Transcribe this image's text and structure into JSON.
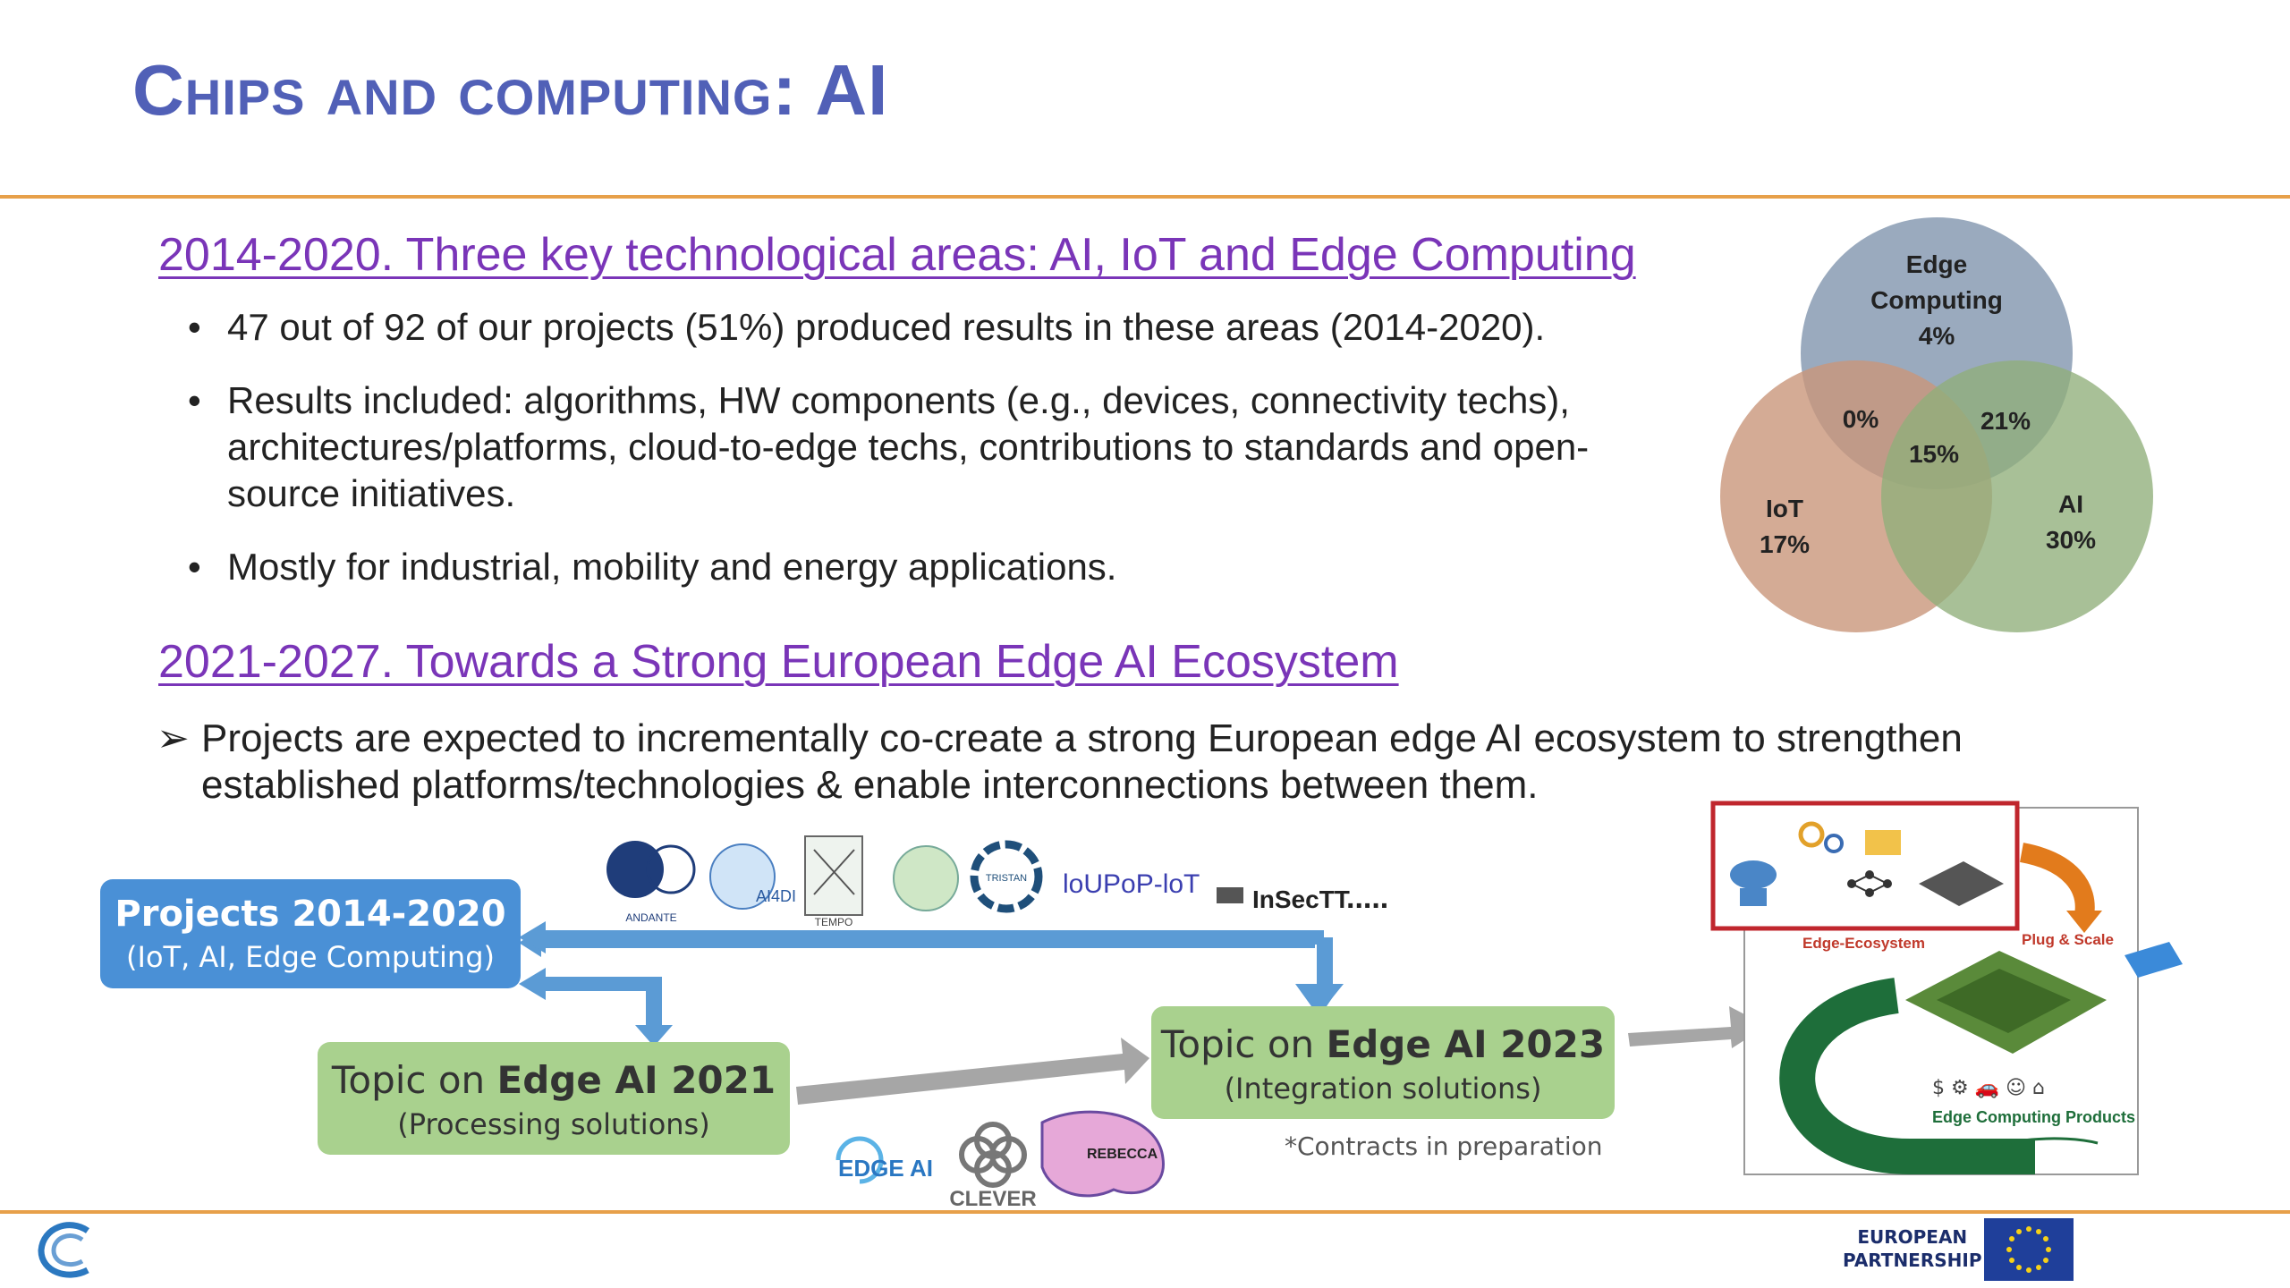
{
  "slide": {
    "title": "Chips and computing: AI",
    "heading1": "2014-2020. Three key technological areas: AI, IoT and Edge Computing",
    "bullets": [
      "47 out of 92 of our projects (51%) produced results in these areas (2014-2020).",
      "Results included: algorithms, HW components (e.g., devices, connectivity techs), architectures/platforms, cloud-to-edge techs, contributions to standards and open-source initiatives.",
      "Mostly for industrial, mobility and energy applications."
    ],
    "heading2": "2021-2027. Towards a Strong European Edge AI Ecosystem",
    "arrow_point": "Projects are expected to incrementally co-create a strong European edge AI ecosystem to strengthen established platforms/technologies & enable interconnections between them."
  },
  "venn": {
    "edge_label": "Edge\nComputing",
    "edge_pct": "4%",
    "iot_label": "IoT",
    "iot_pct": "17%",
    "ai_label": "AI",
    "ai_pct": "30%",
    "edge_iot": "0%",
    "edge_ai": "21%",
    "center": "15%",
    "colors": {
      "edge": "#8497b0",
      "iot": "#c9967a",
      "ai": "#8fae7a"
    }
  },
  "flow": {
    "projects_title": "Projects 2014-2020",
    "projects_sub": "(IoT, AI, Edge Computing)",
    "topic_prefix": "Topic on ",
    "t2021_bold": "Edge AI 2021",
    "t2021_sub": "(Processing solutions)",
    "t2023_bold": "Edge AI 2023",
    "t2023_sub": "(Integration solutions)",
    "note": "*Contracts in preparation",
    "more": "....."
  },
  "logos": {
    "andante": "ANDANTE",
    "ai4di": "AI4DI",
    "tempo": "TEMPO",
    "tristan": "TRISTAN",
    "bulpop": "loUPoP-loT",
    "insectt": "InSecTT",
    "edgeai": "EDGE AI",
    "clever": "CLEVER",
    "rebecca": "REBECCA"
  },
  "ecosystem": {
    "edge_ecosystem": "Edge-Ecosystem",
    "plug_scale": "Plug & Scale",
    "products": "Edge Computing Products"
  },
  "footer": {
    "partner_line1": "EUROPEAN",
    "partner_line2": "PARTNERSHIP"
  }
}
